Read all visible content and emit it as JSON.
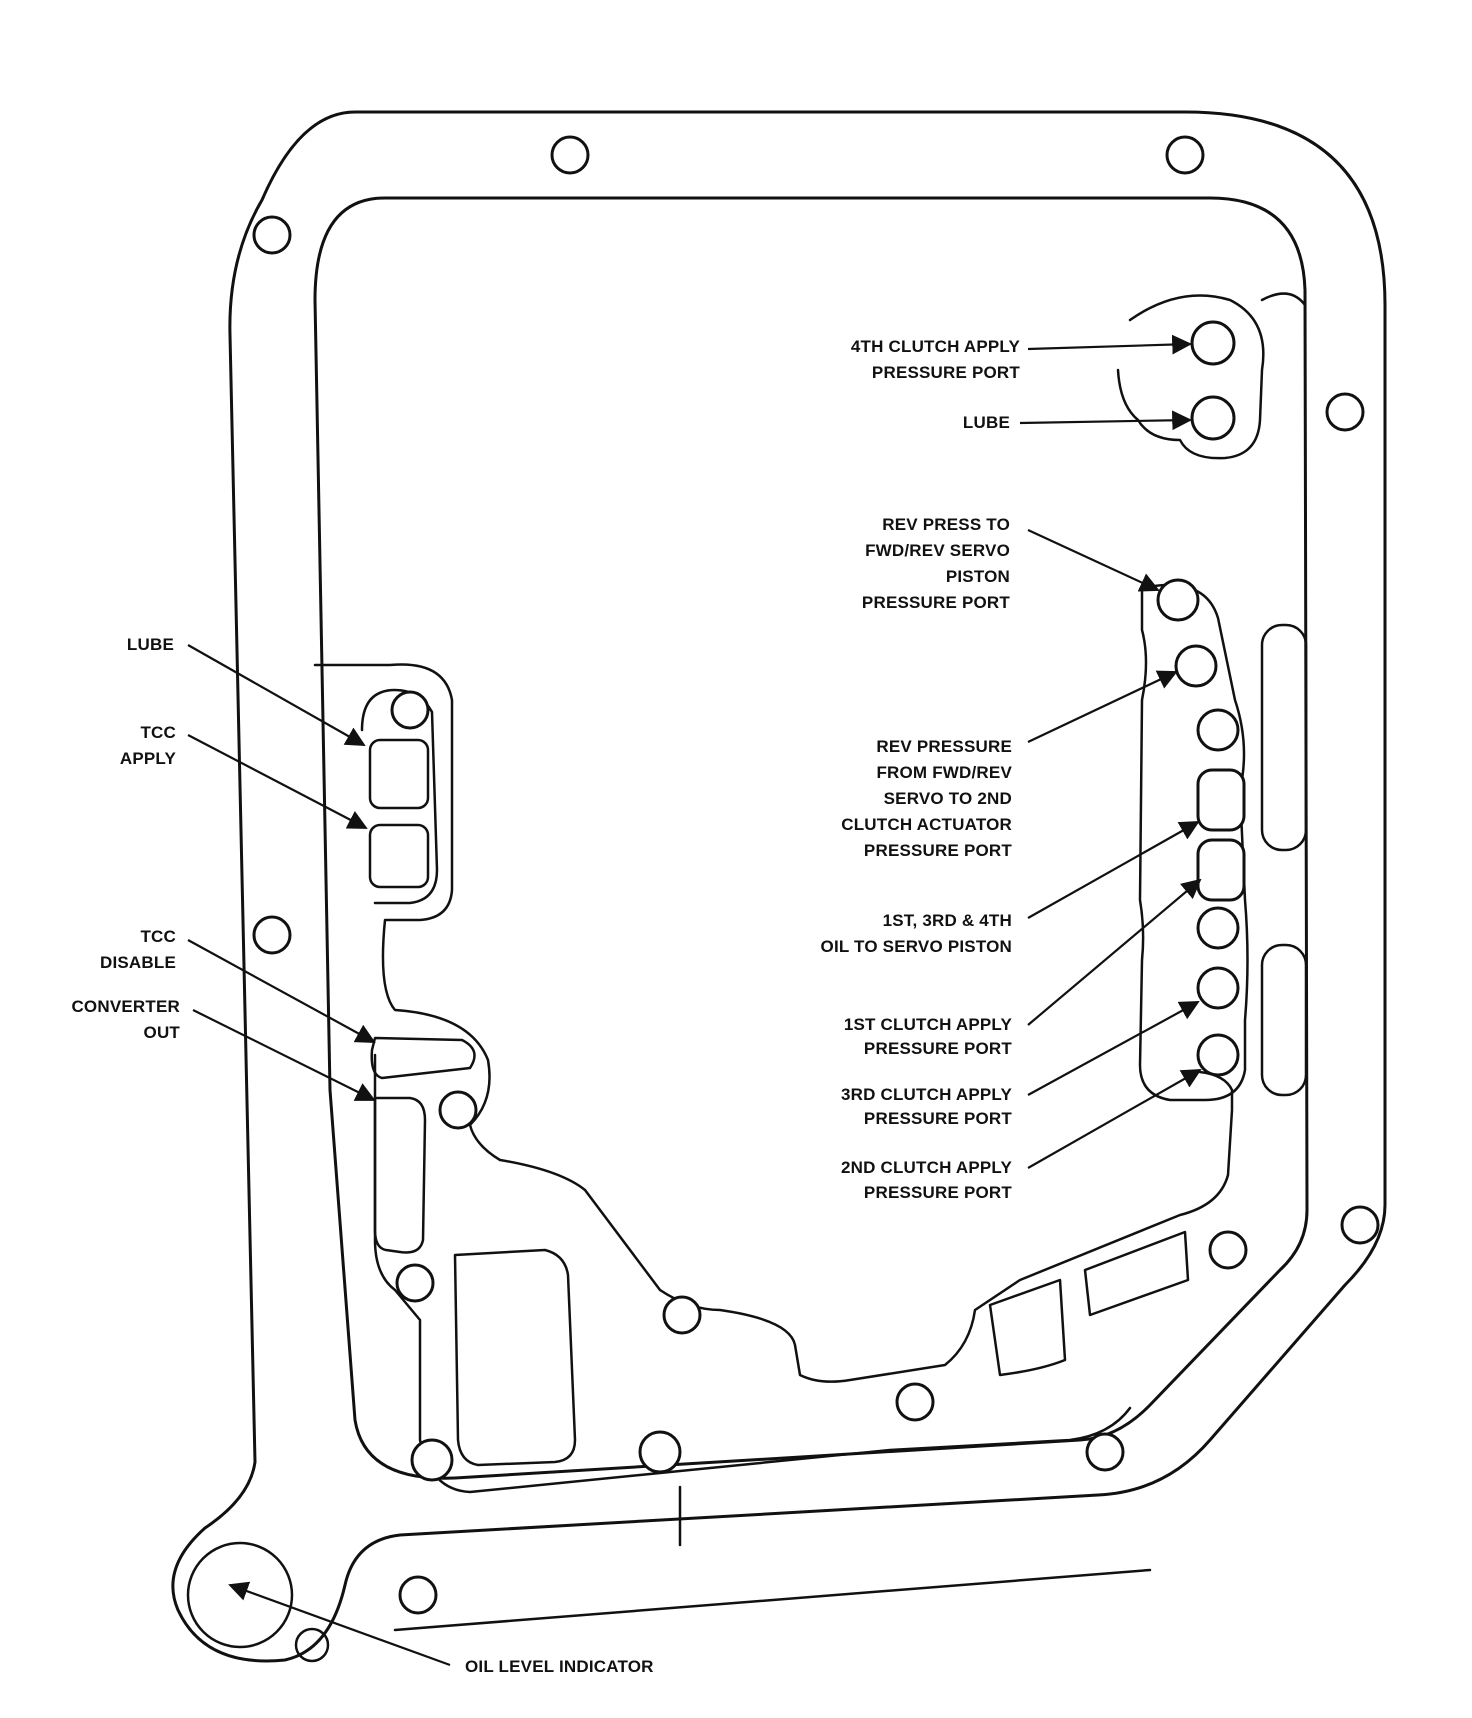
{
  "labels": {
    "clutch4_apply": [
      "4TH CLUTCH APPLY",
      "PRESSURE PORT"
    ],
    "lube_right": [
      "LUBE"
    ],
    "rev_press_to_servo": [
      "REV PRESS TO",
      "FWD/REV SERVO",
      "PISTON",
      "PRESSURE PORT"
    ],
    "rev_pressure_from_servo": [
      "REV PRESSURE",
      "FROM FWD/REV",
      "SERVO TO 2ND",
      "CLUTCH ACTUATOR",
      "PRESSURE PORT"
    ],
    "oil_to_servo_piston": [
      "1ST, 3RD & 4TH",
      "OIL TO SERVO PISTON"
    ],
    "clutch1_apply": [
      "1ST CLUTCH APPLY",
      "PRESSURE PORT"
    ],
    "clutch3_apply": [
      "3RD CLUTCH APPLY",
      "PRESSURE PORT"
    ],
    "clutch2_apply": [
      "2ND CLUTCH APPLY",
      "PRESSURE PORT"
    ],
    "lube_left": [
      "LUBE"
    ],
    "tcc_apply": [
      "TCC",
      "APPLY"
    ],
    "tcc_disable": [
      "TCC",
      "DISABLE"
    ],
    "converter_out": [
      "CONVERTER",
      "OUT"
    ],
    "oil_level_indicator": [
      "OIL LEVEL INDICATOR"
    ]
  }
}
